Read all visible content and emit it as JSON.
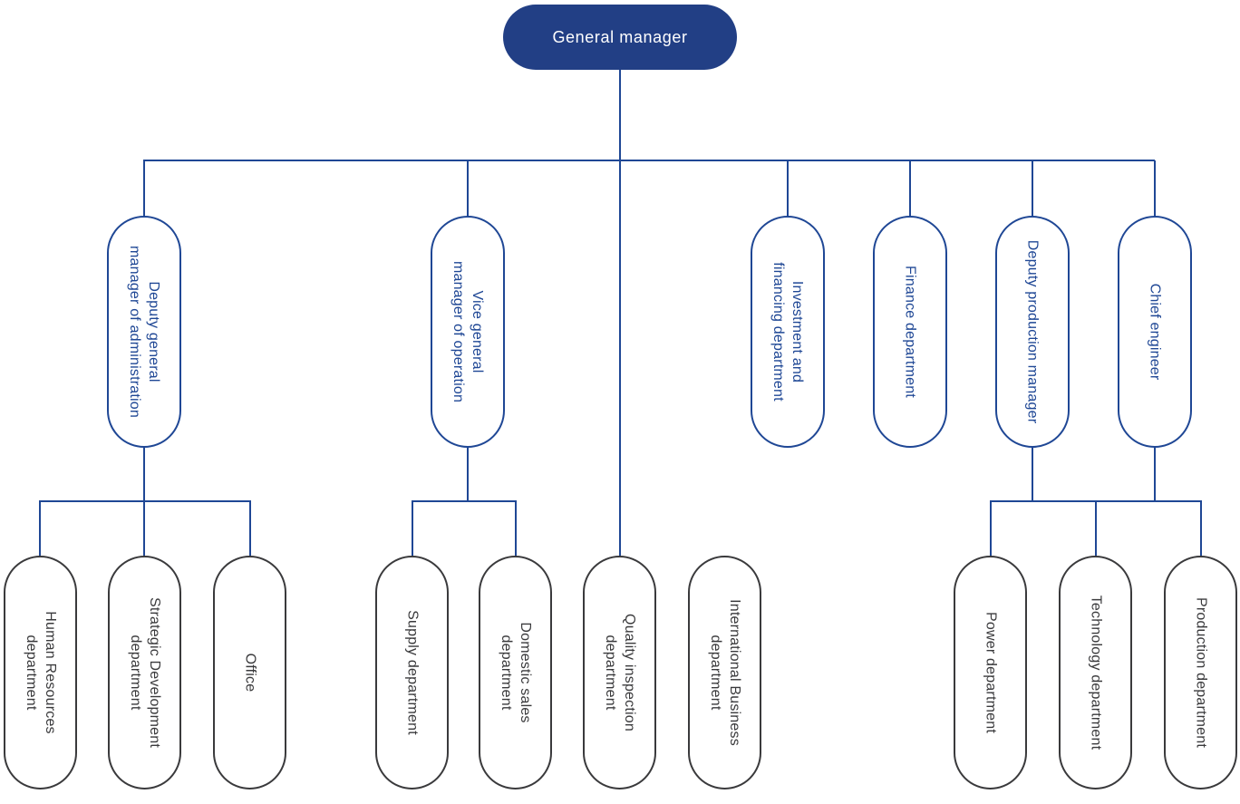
{
  "colors": {
    "accent_blue": "#1F4795",
    "root_fill": "#223F85",
    "root_text": "#FFFFFF",
    "dark_gray": "#3A3A3C",
    "background": "#FFFFFF"
  },
  "org_chart": {
    "root": {
      "label": "General manager"
    },
    "level2": [
      {
        "label": "Deputy general\nmanager of administration",
        "parent": "General manager"
      },
      {
        "label": "Vice general\nmanager of operation",
        "parent": "General manager"
      },
      {
        "label": "Investment and\nfinancing department",
        "parent": "General manager"
      },
      {
        "label": "Finance department",
        "parent": "General manager"
      },
      {
        "label": "Deputy production manager",
        "parent": "General manager"
      },
      {
        "label": "Chief engineer",
        "parent": "General manager"
      }
    ],
    "level3": [
      {
        "label": "Human Resources\ndepartment",
        "parent": "Deputy general manager of administration"
      },
      {
        "label": "Strategic Development\ndepartment",
        "parent": "Deputy general manager of administration"
      },
      {
        "label": "Office",
        "parent": "Deputy general manager of administration"
      },
      {
        "label": "Supply department",
        "parent": "Vice general manager of operation"
      },
      {
        "label": "Domestic sales\ndepartment",
        "parent": "Vice general manager of operation"
      },
      {
        "label": "Quality inspection\ndepartment",
        "parent": "General manager"
      },
      {
        "label": "International Business\ndepartment",
        "parent": null
      },
      {
        "label": "Power department",
        "parent": "Deputy production manager / Chief engineer"
      },
      {
        "label": "Technology department",
        "parent": "Deputy production manager / Chief engineer"
      },
      {
        "label": "Production department",
        "parent": "Deputy production manager / Chief engineer"
      }
    ]
  }
}
